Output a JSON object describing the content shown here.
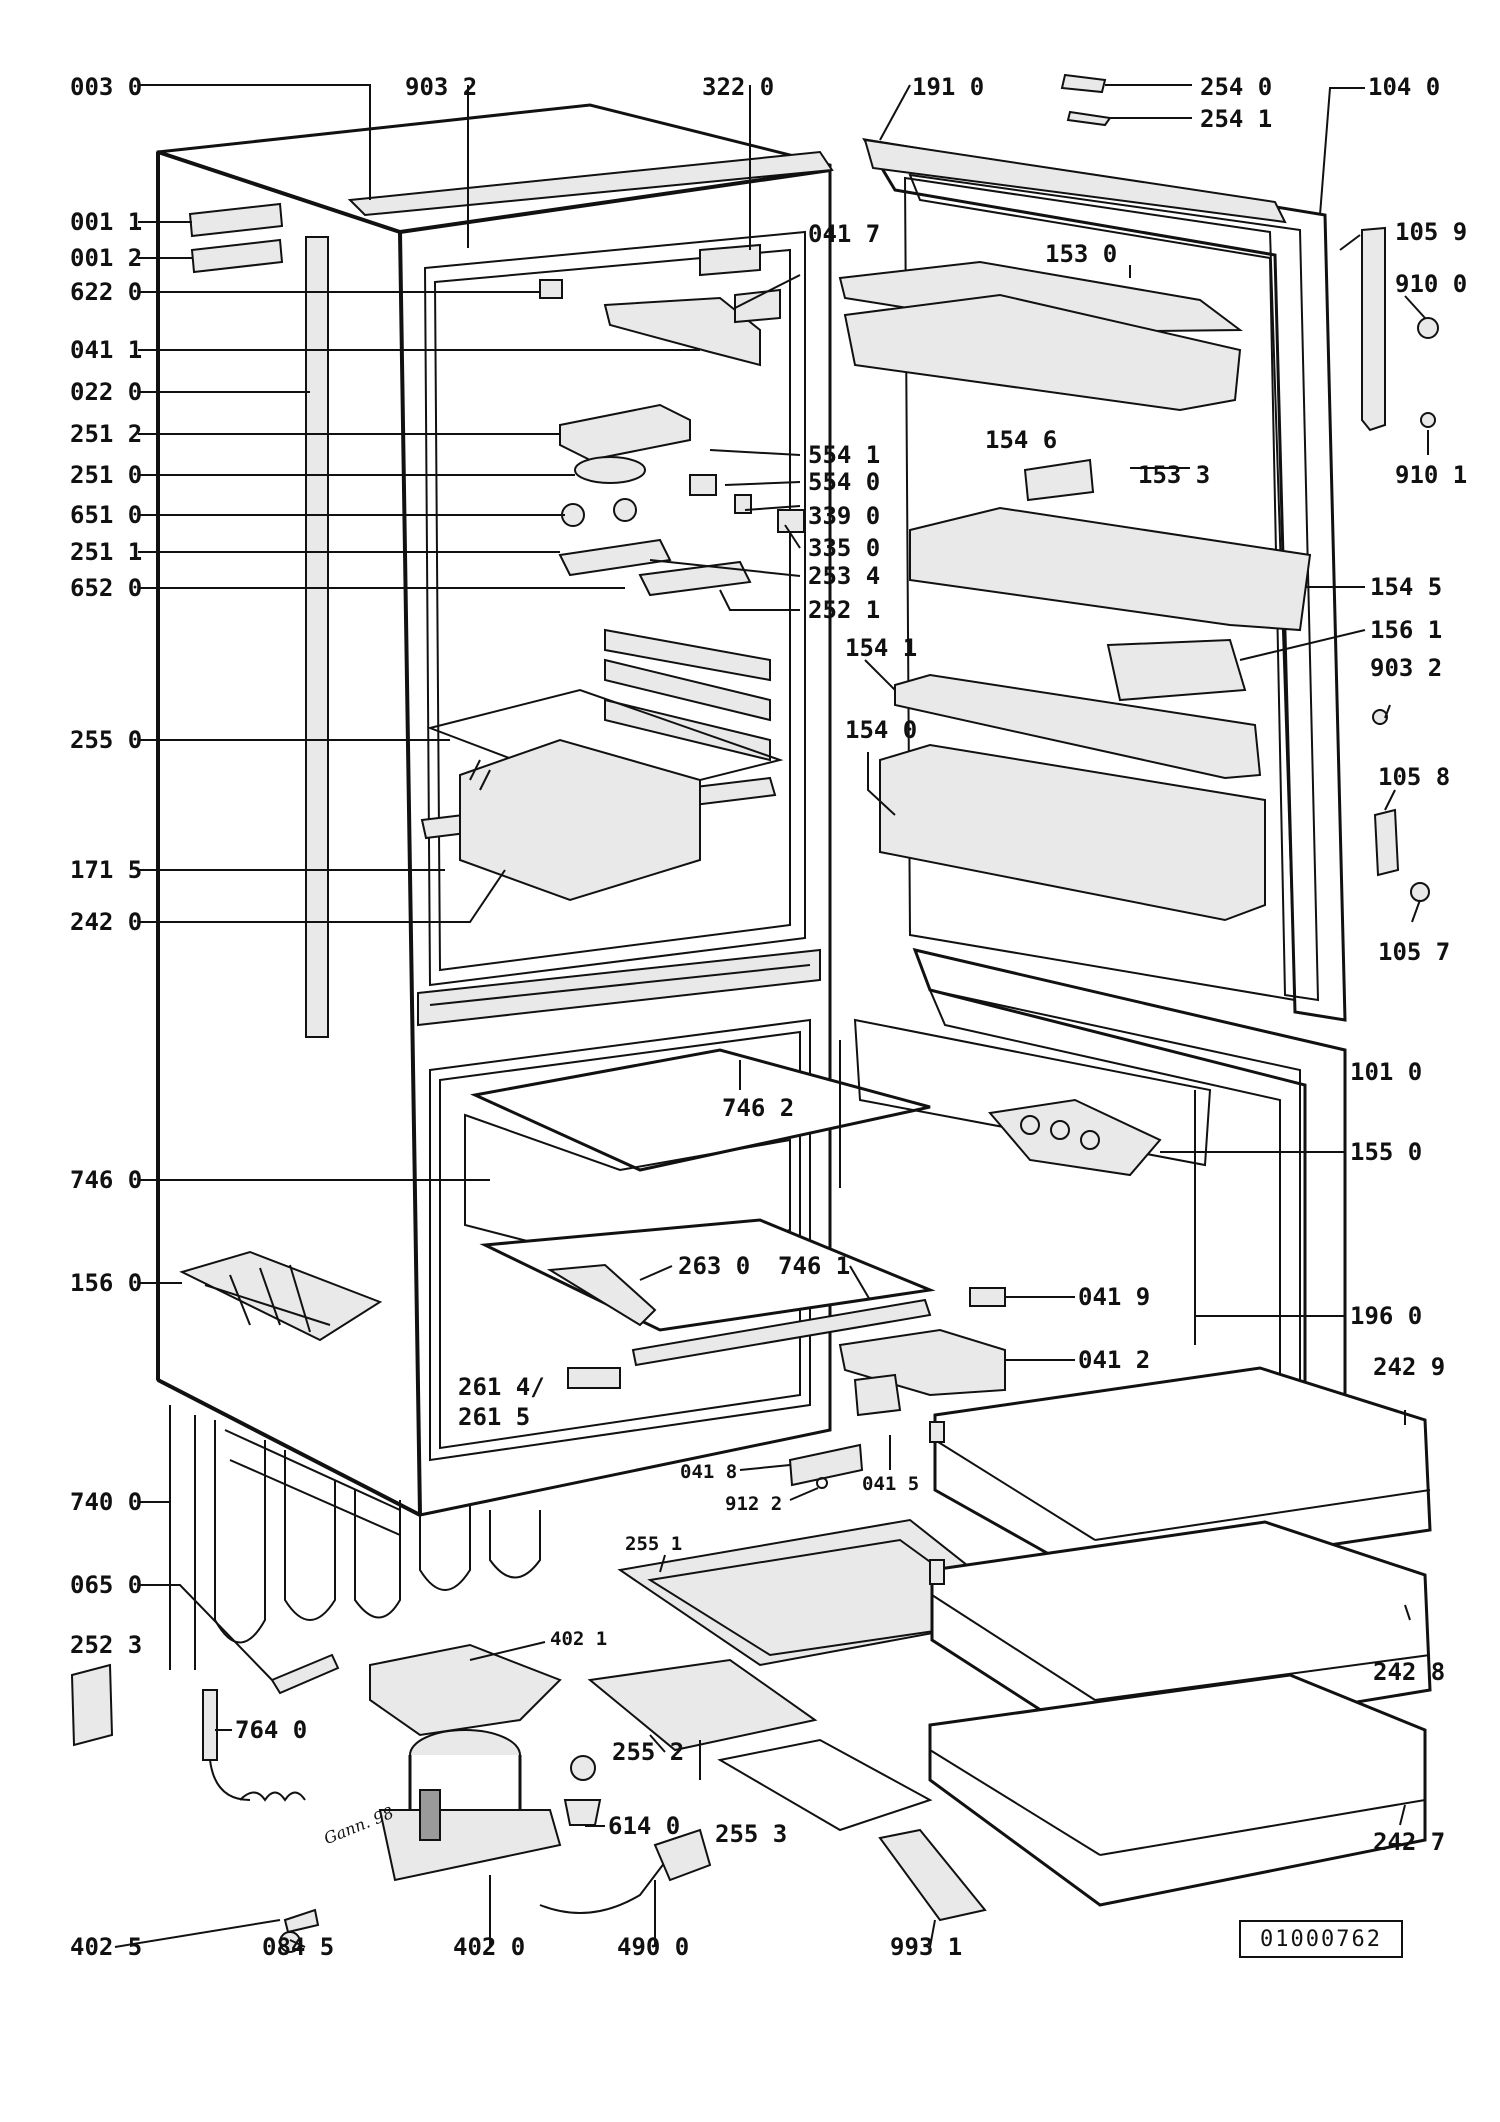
{
  "doc_number": "01000762",
  "handwritten_note": "Gann. 98",
  "labels": [
    {
      "id": "l00",
      "text": "003 0"
    },
    {
      "id": "l01",
      "text": "903 2"
    },
    {
      "id": "l02",
      "text": "322 0"
    },
    {
      "id": "l03",
      "text": "191 0"
    },
    {
      "id": "l04",
      "text": "254 0"
    },
    {
      "id": "l05",
      "text": "104 0"
    },
    {
      "id": "l06",
      "text": "254 1"
    },
    {
      "id": "l07",
      "text": "001 1"
    },
    {
      "id": "l08",
      "text": "001 2"
    },
    {
      "id": "l09",
      "text": "622 0"
    },
    {
      "id": "l10",
      "text": "041 1"
    },
    {
      "id": "l11",
      "text": "022 0"
    },
    {
      "id": "l12",
      "text": "251 2"
    },
    {
      "id": "l13",
      "text": "251 0"
    },
    {
      "id": "l14",
      "text": "651 0"
    },
    {
      "id": "l15",
      "text": "251 1"
    },
    {
      "id": "l16",
      "text": "652 0"
    },
    {
      "id": "l17",
      "text": "041 7"
    },
    {
      "id": "l18",
      "text": "153 0"
    },
    {
      "id": "l19",
      "text": "105 9"
    },
    {
      "id": "l20",
      "text": "910 0"
    },
    {
      "id": "l21",
      "text": "910 1"
    },
    {
      "id": "l22",
      "text": "153 3"
    },
    {
      "id": "l23",
      "text": "154 6"
    },
    {
      "id": "l24",
      "text": "554 1"
    },
    {
      "id": "l25",
      "text": "554 0"
    },
    {
      "id": "l26",
      "text": "339 0"
    },
    {
      "id": "l27",
      "text": "335 0"
    },
    {
      "id": "l28",
      "text": "253 4"
    },
    {
      "id": "l29",
      "text": "252 1"
    },
    {
      "id": "l30",
      "text": "154 5"
    },
    {
      "id": "l31",
      "text": "156 1"
    },
    {
      "id": "l32",
      "text": "154 1"
    },
    {
      "id": "l33",
      "text": "903 2"
    },
    {
      "id": "l34",
      "text": "154 0"
    },
    {
      "id": "l35",
      "text": "105 8"
    },
    {
      "id": "l36",
      "text": "255 0"
    },
    {
      "id": "l37",
      "text": "171 5"
    },
    {
      "id": "l38",
      "text": "242 0"
    },
    {
      "id": "l39",
      "text": "105 7"
    },
    {
      "id": "l40",
      "text": "101 0"
    },
    {
      "id": "l41",
      "text": "746 2"
    },
    {
      "id": "l42",
      "text": "155 0"
    },
    {
      "id": "l43",
      "text": "746 0"
    },
    {
      "id": "l44",
      "text": "263 0"
    },
    {
      "id": "l45",
      "text": "746 1"
    },
    {
      "id": "l46",
      "text": "156 0"
    },
    {
      "id": "l47",
      "text": "041 9"
    },
    {
      "id": "l48",
      "text": "196 0"
    },
    {
      "id": "l49",
      "text": "041 2"
    },
    {
      "id": "l50",
      "text": "242 9"
    },
    {
      "id": "l51",
      "text": "261 4/"
    },
    {
      "id": "l52",
      "text": "261 5"
    },
    {
      "id": "l53",
      "text": "041 8"
    },
    {
      "id": "l54",
      "text": "041 5"
    },
    {
      "id": "l55",
      "text": "912 2"
    },
    {
      "id": "l56",
      "text": "740 0"
    },
    {
      "id": "l57",
      "text": "255 1"
    },
    {
      "id": "l58",
      "text": "065 0"
    },
    {
      "id": "l59",
      "text": "402 1"
    },
    {
      "id": "l60",
      "text": "252 3"
    },
    {
      "id": "l61",
      "text": "242 8"
    },
    {
      "id": "l62",
      "text": "764 0"
    },
    {
      "id": "l63",
      "text": "255 2"
    },
    {
      "id": "l64",
      "text": "614 0"
    },
    {
      "id": "l65",
      "text": "255 3"
    },
    {
      "id": "l66",
      "text": "242 7"
    },
    {
      "id": "l67",
      "text": "402 5"
    },
    {
      "id": "l68",
      "text": "084 5"
    },
    {
      "id": "l69",
      "text": "402 0"
    },
    {
      "id": "l70",
      "text": "490 0"
    },
    {
      "id": "l71",
      "text": "993 1"
    }
  ]
}
